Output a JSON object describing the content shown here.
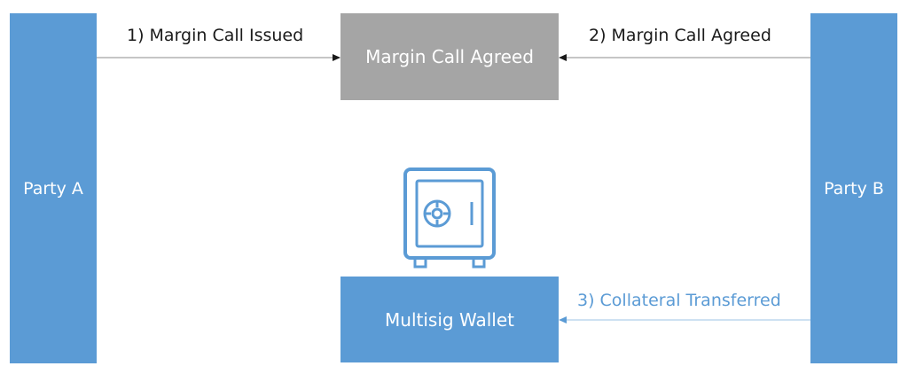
{
  "nodes": {
    "party_a": "Party A",
    "party_b": "Party B",
    "agreed_box": "Margin Call Agreed",
    "wallet_box": "Multisig Wallet"
  },
  "edges": {
    "step1": "1) Margin Call Issued",
    "step2": "2) Margin Call Agreed",
    "step3": "3) Collateral Transferred"
  },
  "icons": {
    "safe": "safe-icon"
  },
  "colors": {
    "blue": "#5b9bd5",
    "gray": "#a5a5a5",
    "text_dark": "#1a1a1a",
    "arrow": "#333333"
  }
}
